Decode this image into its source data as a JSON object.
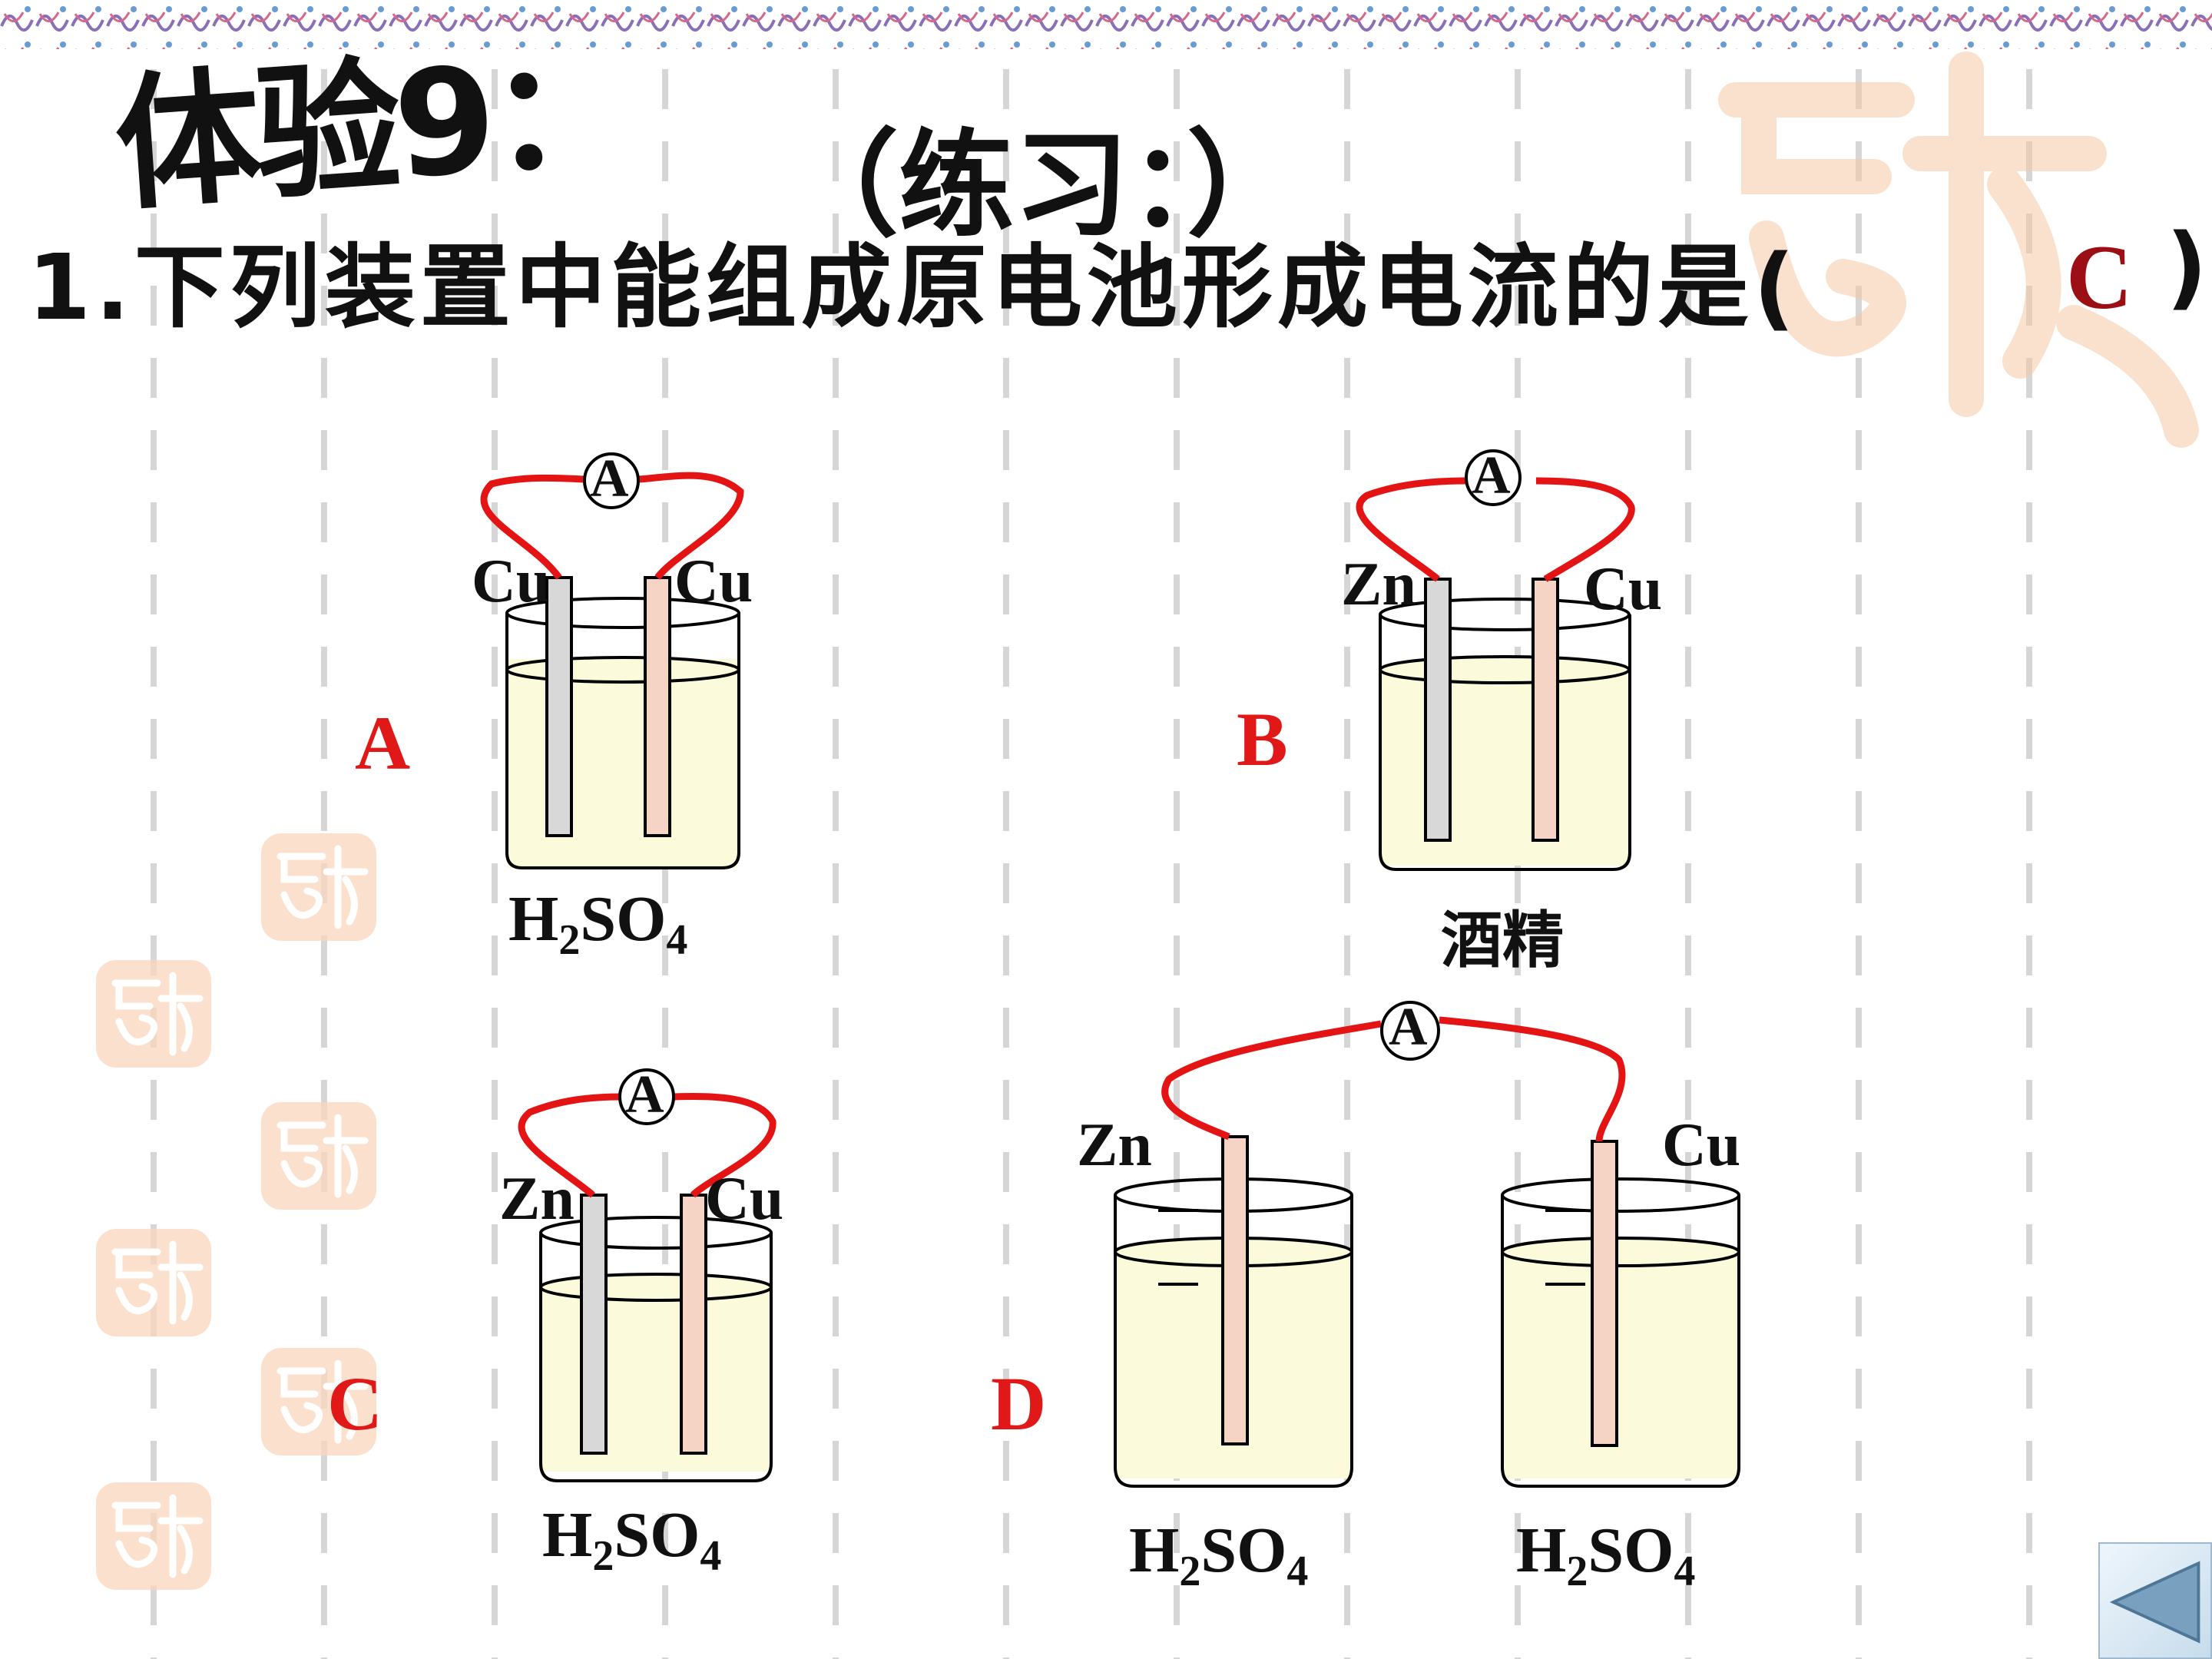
{
  "slide": {
    "title": "体验9：",
    "subtitle": "（练习：）",
    "question": "1.下列装置中能组成原电池形成电流的是(",
    "answer": "C",
    "close_paren": ")"
  },
  "options": [
    {
      "label": "A",
      "left_electrode": "Cu",
      "right_electrode": "Cu",
      "meter": "A",
      "solution": "H2SO4"
    },
    {
      "label": "B",
      "left_electrode": "Zn",
      "right_electrode": "Cu",
      "meter": "A",
      "solution": "酒精"
    },
    {
      "label": "C",
      "left_electrode": "Zn",
      "right_electrode": "Cu",
      "meter": "A",
      "solution": "H2SO4"
    },
    {
      "label": "D",
      "left_electrode": "Zn",
      "right_electrode": "Cu",
      "meter": "A",
      "solution_left": "H2SO4",
      "solution_right": "H2SO4"
    }
  ],
  "colors": {
    "wire": "#e41414",
    "option_label": "#e01818",
    "answer": "#9b0f15",
    "liquid": "#fbfbdc",
    "zinc": "#cfcfcf",
    "copper": "#f5d4c6",
    "watermark": "#f6c9a4"
  },
  "icons": {
    "back_button": "back-arrow-icon"
  }
}
